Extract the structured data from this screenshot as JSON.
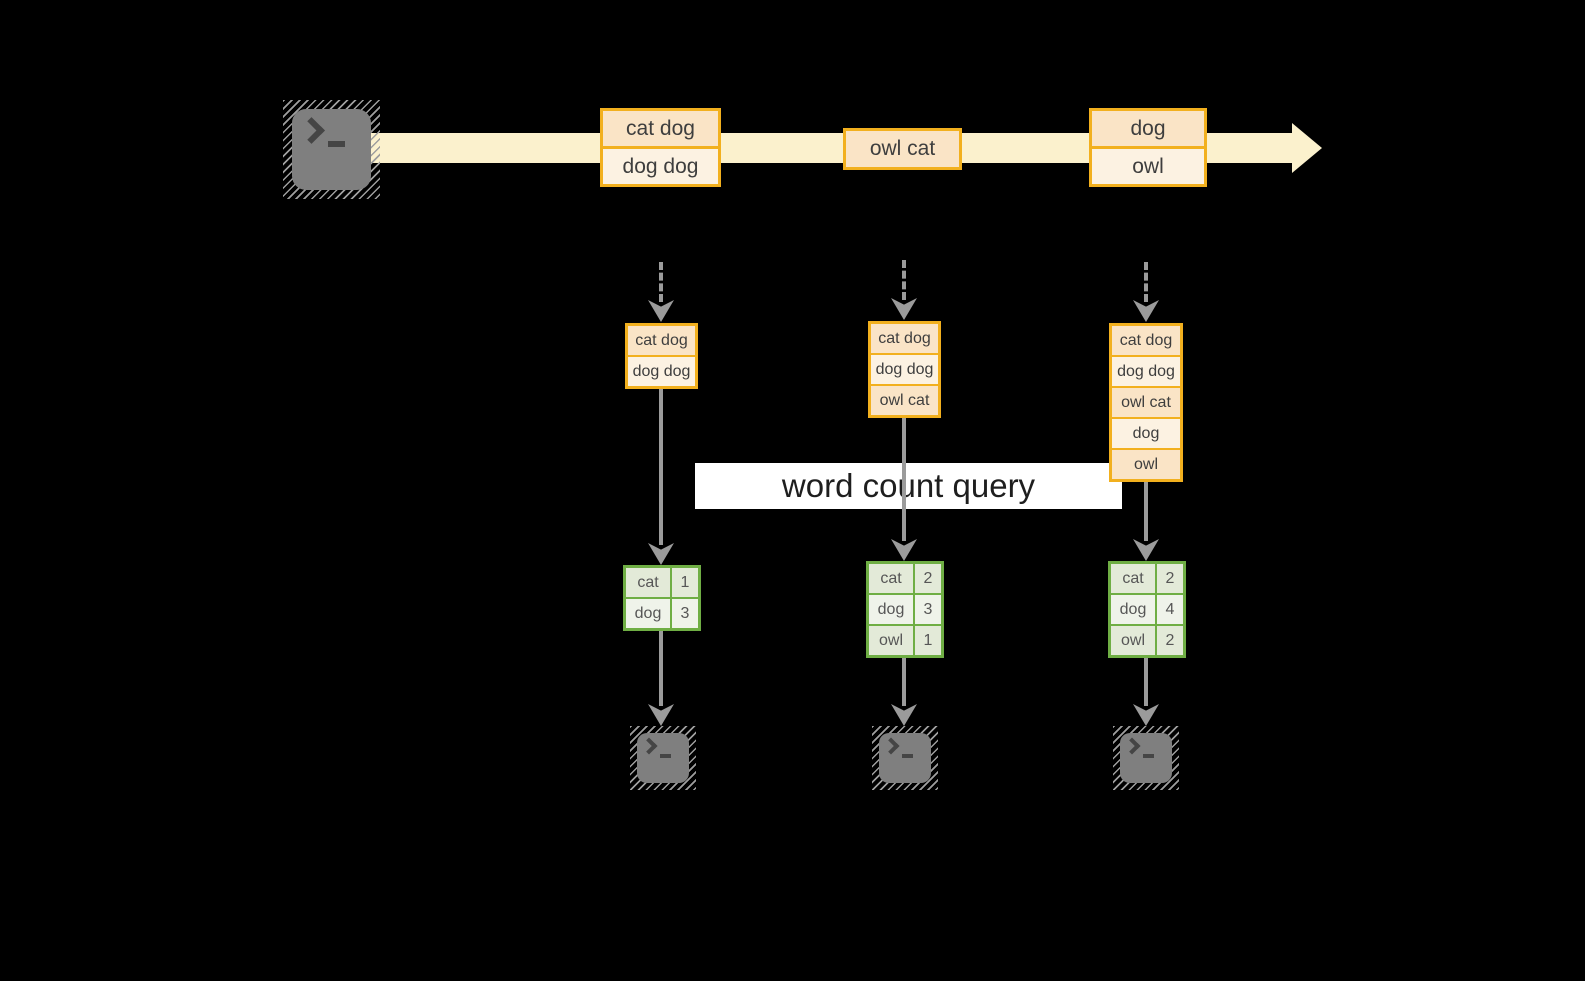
{
  "banner": {
    "label": "word count query"
  },
  "palette": {
    "background": "#000000",
    "stream_band": "#FBF1CD",
    "event_border": "#F2B01E",
    "event_fill_peach": "#FAE4C6",
    "event_fill_cream": "#FCF2E2",
    "table_border": "#6FAE44",
    "table_fill_green": "#E3EAD8",
    "table_fill_light": "#EFF3EA",
    "arrow_gray": "#9B9B9B",
    "terminal_gray": "#7F7F7F",
    "banner_bg": "#FFFFFF"
  },
  "icons": {
    "source": "terminal-prompt-icon",
    "sinks": "terminal-prompt-icon",
    "stream": "right-arrow-band"
  },
  "timeline": {
    "events": [
      {
        "cells": [
          "cat dog",
          "dog dog"
        ]
      },
      {
        "cells": [
          "owl cat"
        ]
      },
      {
        "cells": [
          "dog",
          "owl"
        ]
      }
    ]
  },
  "columns": [
    {
      "buffer": [
        "cat dog",
        "dog dog"
      ],
      "counts": [
        {
          "word": "cat",
          "count": "1"
        },
        {
          "word": "dog",
          "count": "3"
        }
      ]
    },
    {
      "buffer": [
        "cat dog",
        "dog dog",
        "owl cat"
      ],
      "counts": [
        {
          "word": "cat",
          "count": "2"
        },
        {
          "word": "dog",
          "count": "3"
        },
        {
          "word": "owl",
          "count": "1"
        }
      ]
    },
    {
      "buffer": [
        "cat dog",
        "dog dog",
        "owl cat",
        "dog",
        "owl"
      ],
      "counts": [
        {
          "word": "cat",
          "count": "2"
        },
        {
          "word": "dog",
          "count": "4"
        },
        {
          "word": "owl",
          "count": "2"
        }
      ]
    }
  ]
}
